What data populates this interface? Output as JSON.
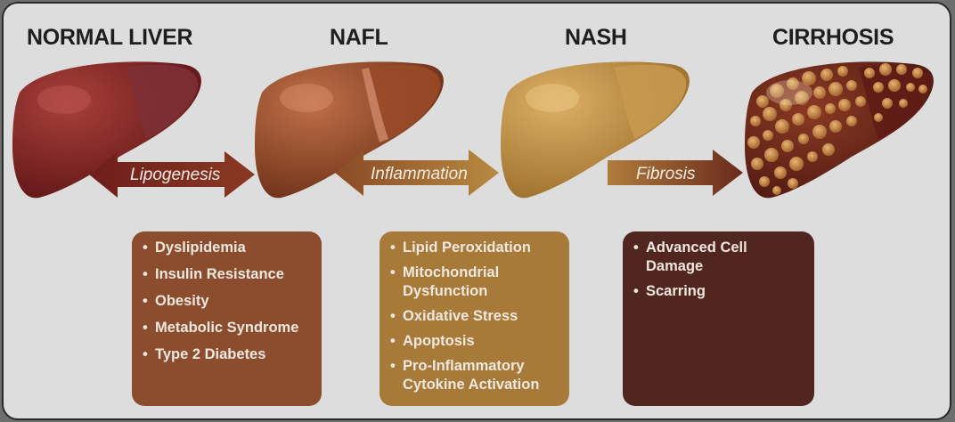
{
  "stages": [
    {
      "title": "NORMAL LIVER",
      "color": "#6e1e1a"
    },
    {
      "title": "NAFL",
      "color": "#7a3a1e"
    },
    {
      "title": "NASH",
      "color": "#b58a3f"
    },
    {
      "title": "CIRRHOSIS",
      "color": "#5a1a14"
    }
  ],
  "arrows": [
    {
      "label": "Lipogenesis",
      "direction": "both",
      "color": "#7a2e20"
    },
    {
      "label": "Inflammation",
      "direction": "both",
      "color": "#a8702e"
    },
    {
      "label": "Fibrosis",
      "direction": "right",
      "color": "#8a4a2e"
    }
  ],
  "boxes": [
    {
      "color": "#8c4d2e",
      "items": [
        "Dyslipidemia",
        "Insulin Resistance",
        "Obesity",
        "Metabolic Syndrome",
        "Type 2 Diabetes"
      ]
    },
    {
      "color": "#a87a3a",
      "items": [
        "Lipid Peroxidation",
        "Mitochondrial Dysfunction",
        "Oxidative Stress",
        "Apoptosis",
        "Pro-Inflammatory Cytokine Activation"
      ]
    },
    {
      "color": "#522620",
      "items": [
        "Advanced Cell Damage",
        "Scarring"
      ]
    }
  ]
}
